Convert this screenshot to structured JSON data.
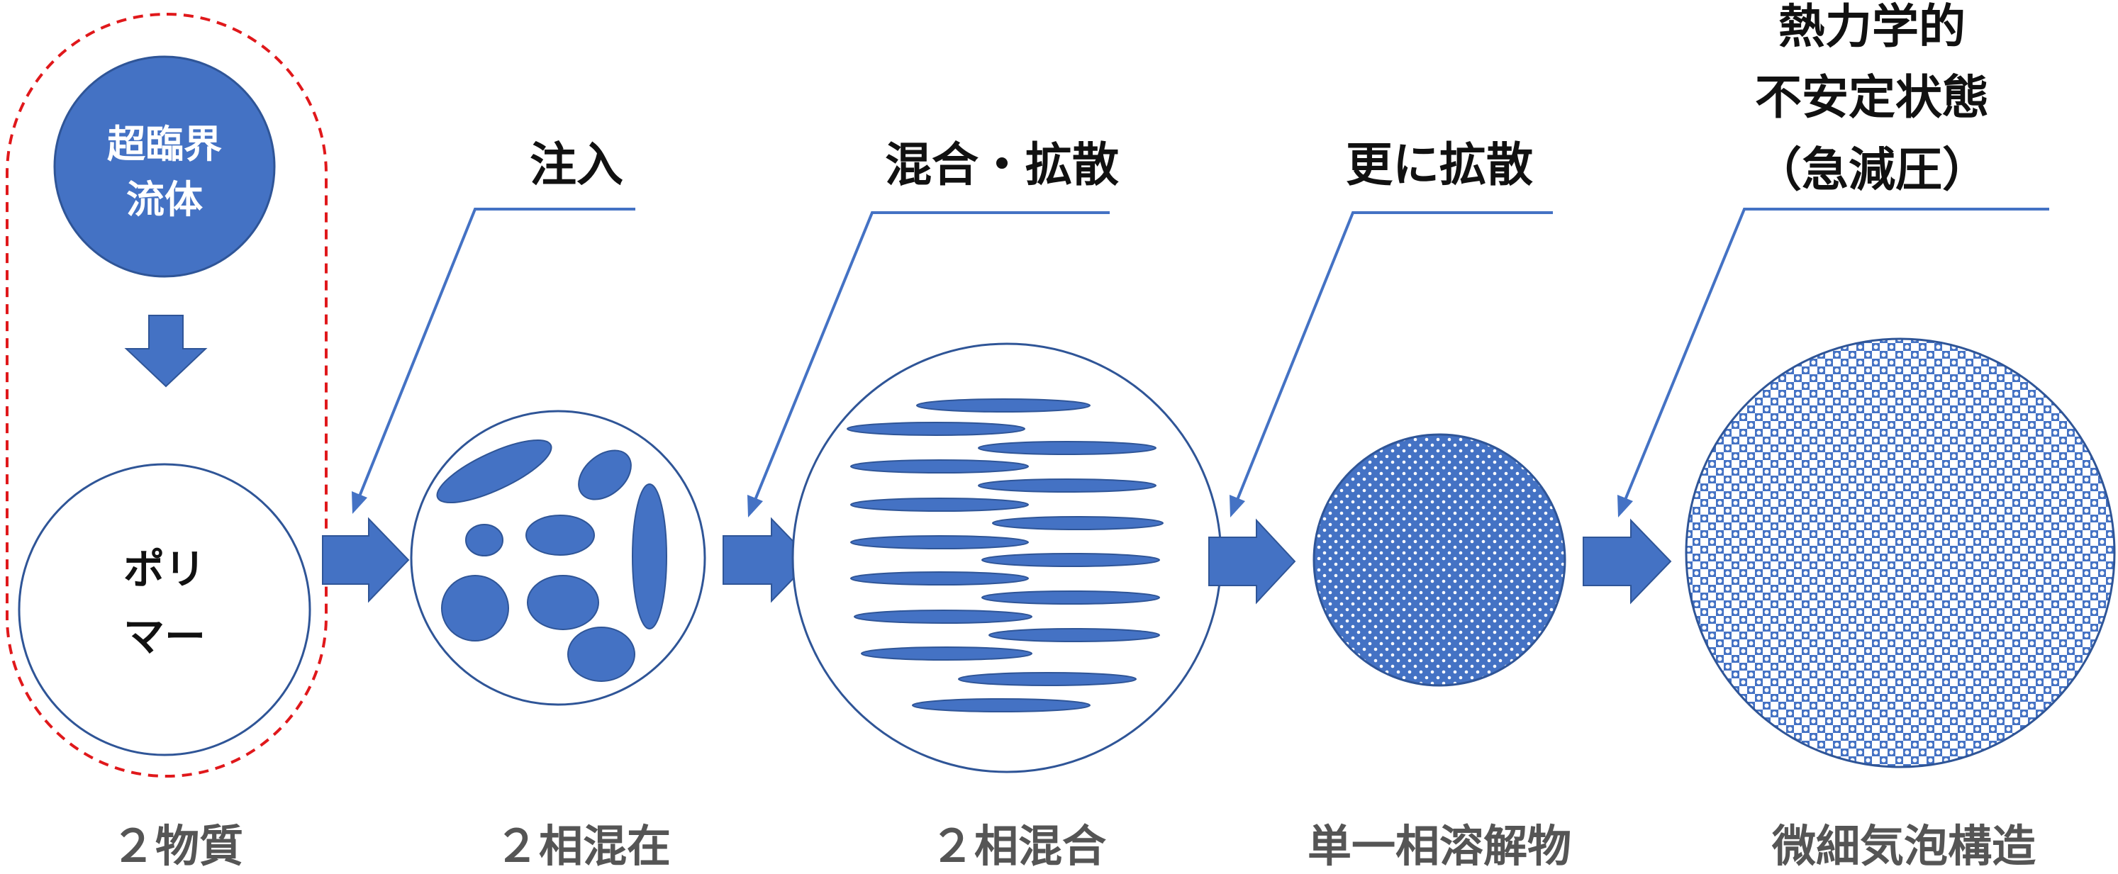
{
  "colors": {
    "blue": "#4472C4",
    "blue_dark": "#2F5597",
    "red_dash": "#E0181B",
    "text_dark": "#111111",
    "text_grey": "#555555"
  },
  "inputs": {
    "supercritical_fluid": [
      "超臨界",
      "流体"
    ],
    "polymer": [
      "ポリ",
      "マー"
    ]
  },
  "steps": {
    "injection": "注入",
    "mixing": "混合・拡散",
    "further_diffusion": "更に拡散",
    "unstable": [
      "熱力学的",
      "不安定状態",
      "（急減圧）"
    ]
  },
  "stages": {
    "two_substances": "２物質",
    "two_phase_coexist": "２相混在",
    "two_phase_mixed": "２相混合",
    "single_phase_solution": "単一相溶解物",
    "micro_foam": "微細気泡構造"
  }
}
